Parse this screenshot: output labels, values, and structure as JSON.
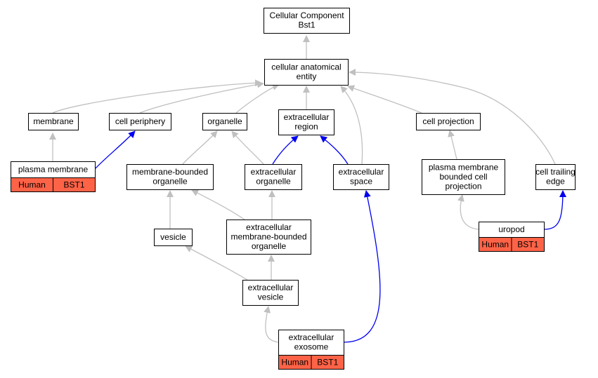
{
  "colors": {
    "gray_edge": "#c0c0c0",
    "blue_edge": "#0000ee",
    "annotation_fill": "#ff6347"
  },
  "nodes": {
    "root": {
      "lines": [
        "Cellular Component",
        "Bst1"
      ]
    },
    "cae": {
      "lines": [
        "cellular anatomical",
        "entity"
      ]
    },
    "membrane": {
      "lines": [
        "membrane"
      ]
    },
    "cell_periphery": {
      "lines": [
        "cell periphery"
      ]
    },
    "organelle": {
      "lines": [
        "organelle"
      ]
    },
    "extracellular_region": {
      "lines": [
        "extracellular",
        "region"
      ]
    },
    "cell_projection": {
      "lines": [
        "cell projection"
      ]
    },
    "plasma_membrane": {
      "lines": [
        "plasma membrane"
      ],
      "species": "Human",
      "gene": "BST1"
    },
    "membrane_bounded_organelle": {
      "lines": [
        "membrane-bounded",
        "organelle"
      ]
    },
    "extracellular_organelle": {
      "lines": [
        "extracellular",
        "organelle"
      ]
    },
    "extracellular_space": {
      "lines": [
        "extracellular",
        "space"
      ]
    },
    "pm_bounded_cell_projection": {
      "lines": [
        "plasma membrane",
        "bounded cell",
        "projection"
      ]
    },
    "cell_trailing_edge": {
      "lines": [
        "cell trailing",
        "edge"
      ]
    },
    "vesicle": {
      "lines": [
        "vesicle"
      ]
    },
    "ec_mb_organelle": {
      "lines": [
        "extracellular",
        "membrane-bounded",
        "organelle"
      ]
    },
    "uropod": {
      "lines": [
        "uropod"
      ],
      "species": "Human",
      "gene": "BST1"
    },
    "extracellular_vesicle": {
      "lines": [
        "extracellular",
        "vesicle"
      ]
    },
    "extracellular_exosome": {
      "lines": [
        "extracellular",
        "exosome"
      ],
      "species": "Human",
      "gene": "BST1"
    }
  }
}
